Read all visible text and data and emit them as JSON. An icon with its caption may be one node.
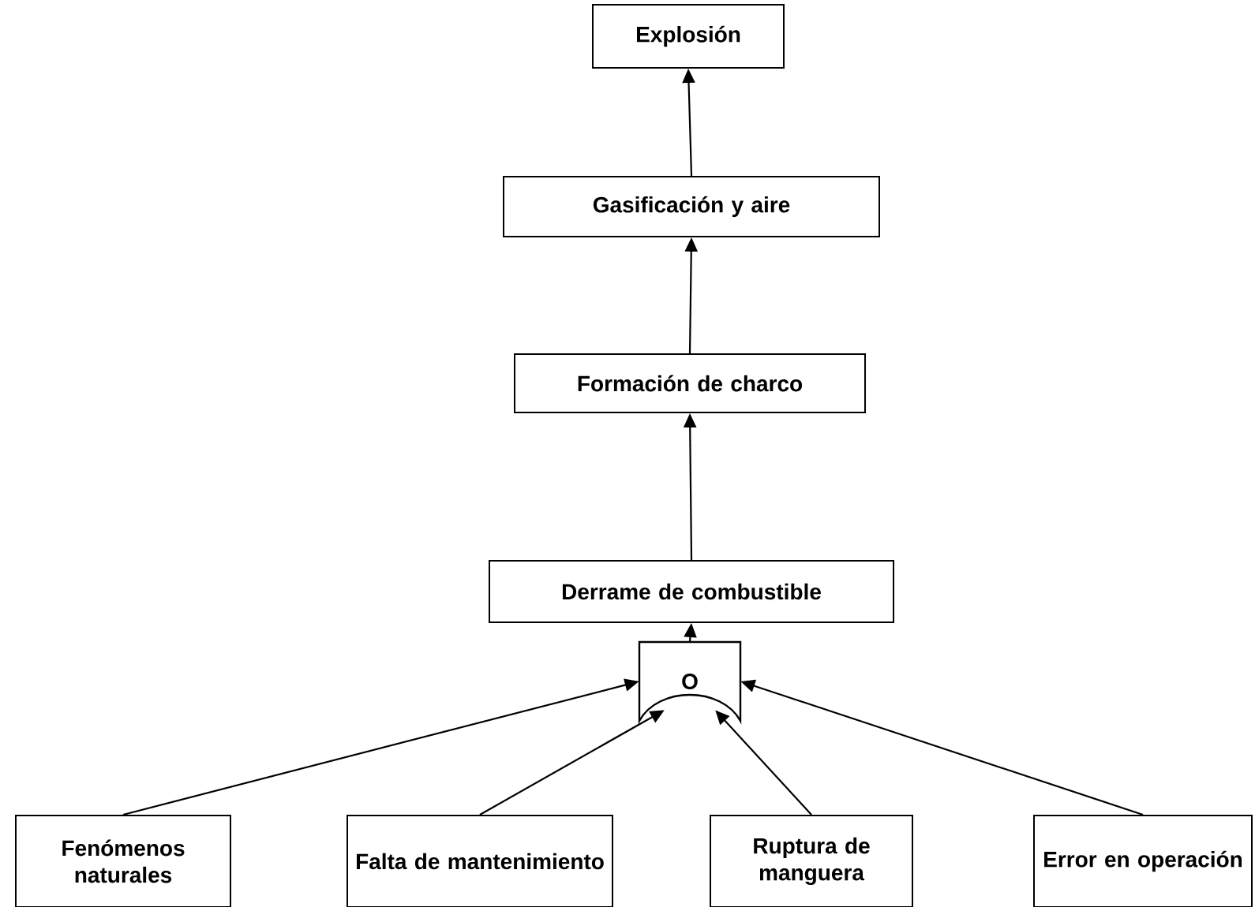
{
  "diagram": {
    "nodes": [
      {
        "text": [
          "Explosión"
        ]
      },
      {
        "text": [
          "Gasificación y aire"
        ]
      },
      {
        "text": [
          "Formación de charco"
        ]
      },
      {
        "text": [
          "Derrame de combustible"
        ]
      },
      {
        "text": [
          "O"
        ]
      },
      {
        "text": [
          "Fenómenos naturales"
        ]
      },
      {
        "text": [
          "Falta de mantenimiento"
        ]
      },
      {
        "text": [
          "Ruptura de manguera"
        ]
      },
      {
        "text": [
          "Error en operación"
        ]
      }
    ],
    "edges": [
      {
        "from": 5,
        "to": 4,
        "arrow": "to"
      },
      {
        "from": 6,
        "to": 4,
        "arrow": "to"
      },
      {
        "from": 7,
        "to": 4,
        "arrow": "to"
      },
      {
        "from": 8,
        "to": 4,
        "arrow": "to"
      },
      {
        "from": 4,
        "to": 3,
        "arrow": "to"
      },
      {
        "from": 3,
        "to": 2,
        "arrow": "to"
      },
      {
        "from": 2,
        "to": 1,
        "arrow": "to"
      },
      {
        "from": 1,
        "to": 0,
        "arrow": "to"
      }
    ]
  }
}
